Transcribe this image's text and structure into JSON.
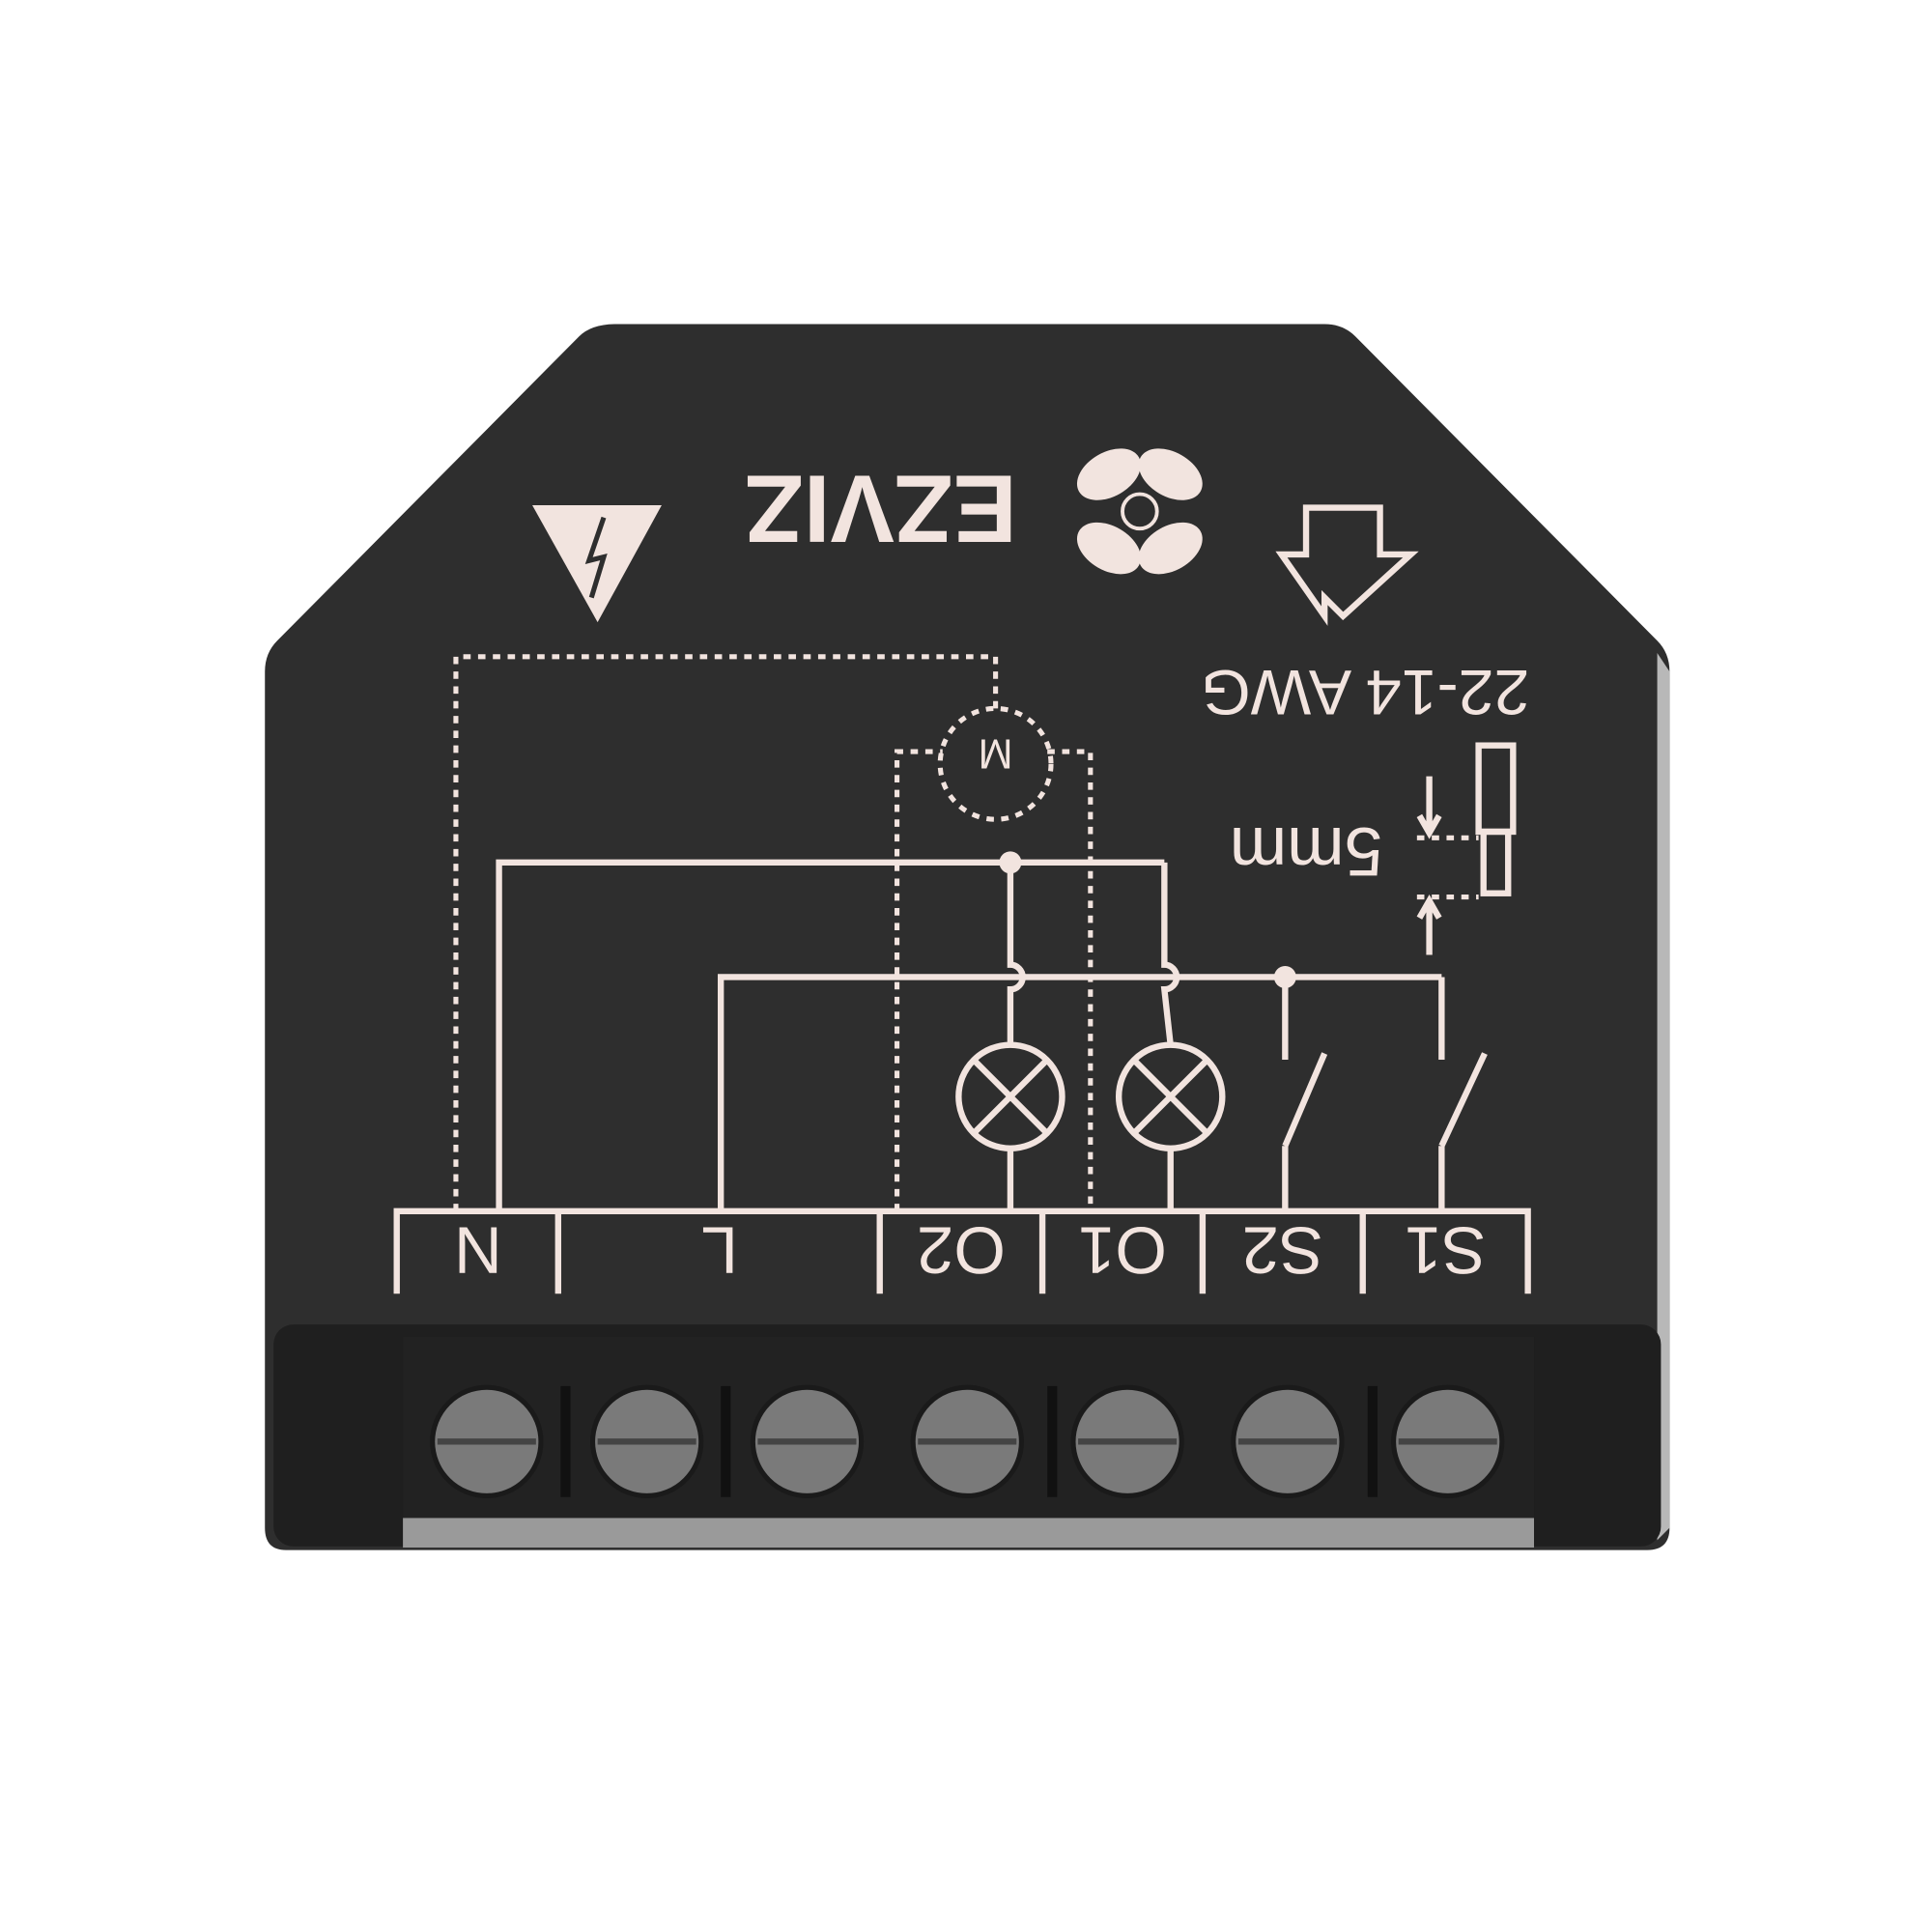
{
  "product": {
    "brand": "EZVIZ",
    "wire_gauge": "22-14 AWG",
    "strip_length": "5mm",
    "terminals": [
      "N",
      "L",
      "O2",
      "O1",
      "S2",
      "S1"
    ],
    "motor_label": "M",
    "colors": {
      "body": "#2d2d2d",
      "print": "#f2e4df",
      "screw": "#7a7a7a",
      "background": "#ffffff"
    }
  }
}
